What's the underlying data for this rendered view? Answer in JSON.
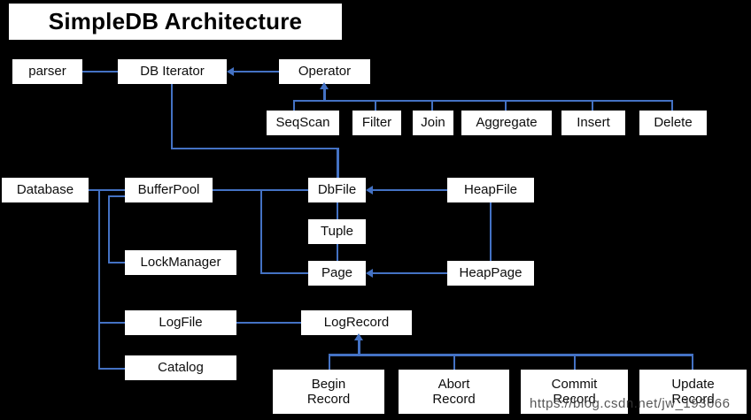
{
  "diagram": {
    "title": "SimpleDB Architecture",
    "background_color": "#000000",
    "box_fill": "#ffffff",
    "box_text_color": "#0d0d0d",
    "connector_color": "#4472C4",
    "watermark": "https://blog.csdn.net/jw_193666"
  },
  "nodes": {
    "parser": "parser",
    "db_iterator": "DB Iterator",
    "operator": "Operator",
    "seqscan": "SeqScan",
    "filter": "Filter",
    "join": "Join",
    "aggregate": "Aggregate",
    "insert": "Insert",
    "delete": "Delete",
    "database": "Database",
    "bufferpool": "BufferPool",
    "lockmanager": "LockManager",
    "dbfile": "DbFile",
    "tuple": "Tuple",
    "page": "Page",
    "heapfile": "HeapFile",
    "heappage": "HeapPage",
    "logfile": "LogFile",
    "catalog": "Catalog",
    "logrecord": "LogRecord",
    "begin_record": "Begin\nRecord",
    "abort_record": "Abort\nRecord",
    "commit_record": "Commit\nRecord",
    "update_record": "Update\nRecord"
  }
}
